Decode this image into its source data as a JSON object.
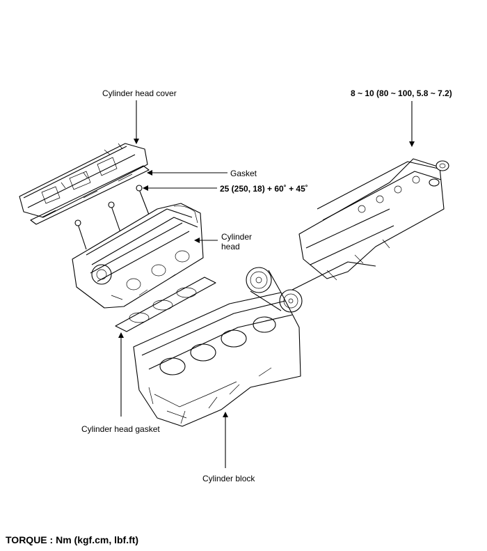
{
  "labels": {
    "cylinder_head_cover": "Cylinder head cover",
    "gasket": "Gasket",
    "head_bolt_torque": "25 (250, 18) + 60˚ + 45˚",
    "cylinder_head_line1": "Cylinder",
    "cylinder_head_line2": "head",
    "cover_bolt_torque": "8 ~ 10 (80 ~ 100, 5.8 ~ 7.2)",
    "cylinder_head_gasket": "Cylinder head gasket",
    "cylinder_block": "Cylinder block"
  },
  "footer": {
    "torque_units": "TORQUE : Nm (kgf.cm, lbf.ft)"
  }
}
